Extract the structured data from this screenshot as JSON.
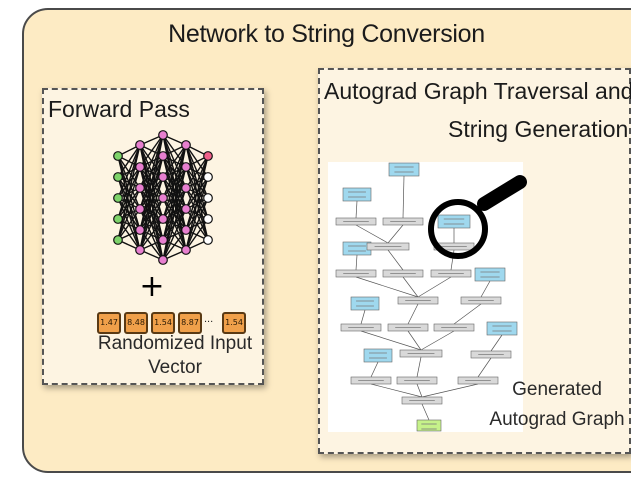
{
  "title": "Network to String Conversion",
  "forward_pass": {
    "title": "Forward Pass",
    "plus": "+",
    "inputs": [
      "1.47",
      "8.48",
      "1.54",
      "8.87",
      "1.54"
    ],
    "ellipsis": "...",
    "label": "Randomized Input Vector"
  },
  "traversal": {
    "title_line1": "Autograd Graph Traversal and",
    "title_line2": "String Generation",
    "graph_label": "Generated Autograd Graph"
  },
  "colors": {
    "background": "#fdebc4",
    "panel": "#fdf4e2",
    "neuron_green": "#7ed36a",
    "neuron_pink": "#e77fcf",
    "input_chip": "#f0a04a",
    "param_node": "#9fd8ee",
    "op_node": "#d9d9d9",
    "output_node": "#c6f28a"
  }
}
